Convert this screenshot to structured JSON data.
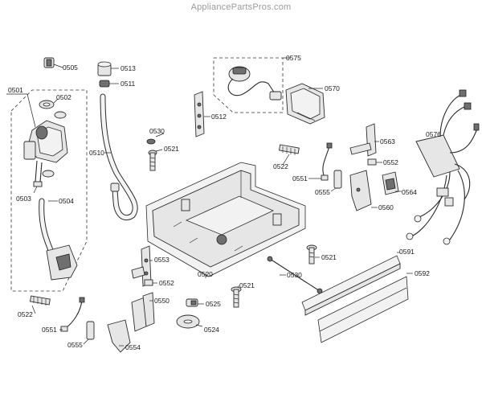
{
  "watermark": "AppliancePartsPros.com",
  "labels": {
    "l0505": "0505",
    "l0513": "0513",
    "l0511": "0511",
    "l0575": "0575",
    "l0501": "0501",
    "l0502": "0502",
    "l0570": "0570",
    "l0512": "0512",
    "l0530a": "0530",
    "l0521a": "0521",
    "l0510": "0510",
    "l0576": "0576",
    "l0563": "0563",
    "l0522a": "0522",
    "l0552a": "0552",
    "l0551a": "0551",
    "l0555a": "0555",
    "l0564": "0564",
    "l0503": "0503",
    "l0504": "0504",
    "l0560": "0560",
    "l0553": "0553",
    "l0521b": "0521",
    "l0591": "0591",
    "l0552b": "0552",
    "l0520": "0520",
    "l0530b": "0530",
    "l0592": "0592",
    "l0521c": "0521",
    "l0550": "0550",
    "l0525": "0525",
    "l0522b": "0522",
    "l0551b": "0551",
    "l0524": "0524",
    "l0555b": "0555",
    "l0554": "0554"
  }
}
